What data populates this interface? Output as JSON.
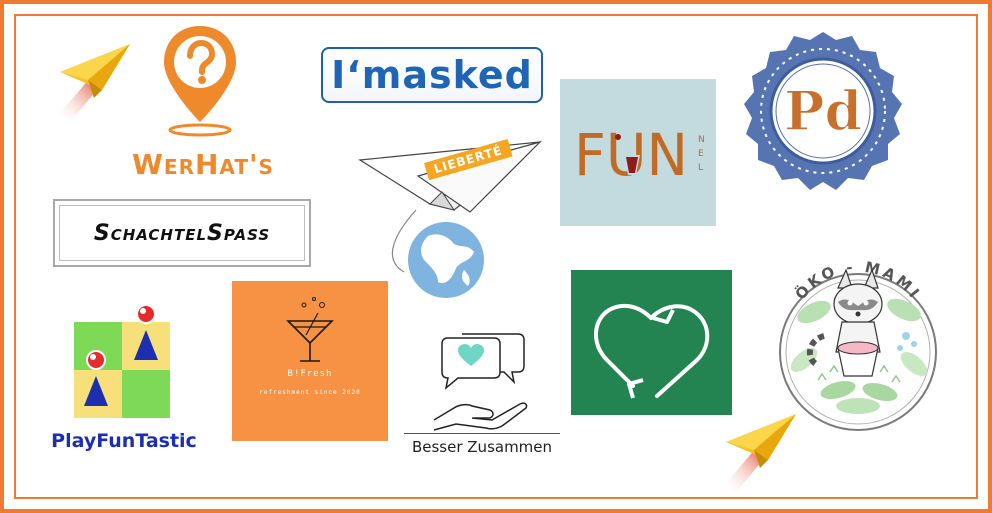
{
  "logos": {
    "werhats": {
      "text": "WerHat's",
      "color": "#ef8a2c"
    },
    "imasked": {
      "text": "I‘masked",
      "color": "#1e66b5"
    },
    "lieberte": {
      "text": "LIEBERTÉ",
      "color": "#f39c12"
    },
    "funnel": {
      "main": "FUN",
      "suffix": "NEL",
      "color": "#c06a23",
      "background": "#c3dadf"
    },
    "pd": {
      "text": "Pd",
      "color": "#5674b2"
    },
    "schachtelspass": {
      "text": "SchachtelSpass"
    },
    "oko_mami": {
      "text": "ÖKO - MAMI"
    },
    "playfuntastic": {
      "text": "PlayFunTastic",
      "color": "#1b2fb0"
    },
    "bfresh": {
      "name": "B!Fresh",
      "tagline": "refreshment since 2020",
      "background": "#f79245"
    },
    "besser_zusammen": {
      "text": "Besser Zusammen"
    },
    "recycle_heart": {
      "background": "#238451"
    }
  },
  "colors": {
    "frame": "#ef7b31"
  }
}
